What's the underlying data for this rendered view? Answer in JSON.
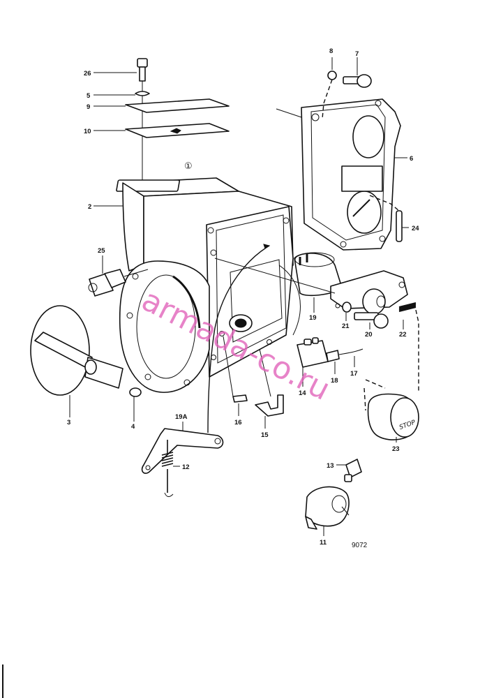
{
  "diagram": {
    "drawing_code": "9072",
    "circled_ref": "①",
    "watermark": "armada-co.ru",
    "stop_label": "STOP",
    "part_numbers": [
      "26",
      "5",
      "9",
      "10",
      "8",
      "7",
      "6",
      "2",
      "25",
      "3",
      "4",
      "24",
      "19",
      "21",
      "20",
      "22",
      "19A",
      "12",
      "16",
      "15",
      "14",
      "18",
      "17",
      "23",
      "13",
      "11"
    ]
  }
}
